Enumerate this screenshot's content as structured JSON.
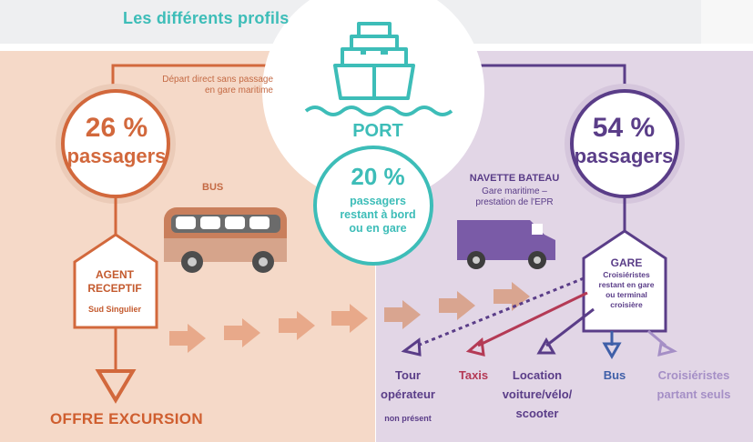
{
  "title": "Les différents profils",
  "left": {
    "percent": "26 %",
    "label": "passagers",
    "direct_note_1": "Départ direct sans passage",
    "direct_note_2": "en gare maritime",
    "bus_label": "BUS",
    "agent_title_1": "AGENT",
    "agent_title_2": "RECEPTIF",
    "agent_sub": "Sud Singulier",
    "offer": "OFFRE EXCURSION"
  },
  "center": {
    "port_label": "PORT",
    "percent": "20 %",
    "desc_1": "passagers",
    "desc_2": "restant à bord",
    "desc_3": "ou en gare"
  },
  "right": {
    "percent": "54 %",
    "label": "passagers",
    "shuttle_title": "NAVETTE BATEAU",
    "shuttle_sub_1": "Gare maritime –",
    "shuttle_sub_2": "prestation de l'EPR",
    "gare_title": "GARE",
    "gare_desc_1": "Croisiéristes",
    "gare_desc_2": "restant en gare",
    "gare_desc_3": "ou terminal",
    "gare_desc_4": "croisière"
  },
  "destinations": [
    {
      "line1": "Tour",
      "line2": "opérateur",
      "note": "non présent",
      "color": "#5a3d88"
    },
    {
      "line1": "Taxis",
      "color": "#b43a55"
    },
    {
      "line1": "Location",
      "line2": "voiture/vélo/",
      "line3": "scooter",
      "color": "#5a3d88"
    },
    {
      "line1": "Bus",
      "color": "#3f5fa8"
    },
    {
      "line1": "Croisiéristes",
      "line2": "partant seuls",
      "color": "#a58fc6"
    }
  ],
  "colors": {
    "left_bg": "#f5d9c8",
    "right_bg": "#e2d6e6",
    "orange": "#d2683c",
    "purple": "#5a3d88",
    "teal": "#3dbdb8"
  }
}
